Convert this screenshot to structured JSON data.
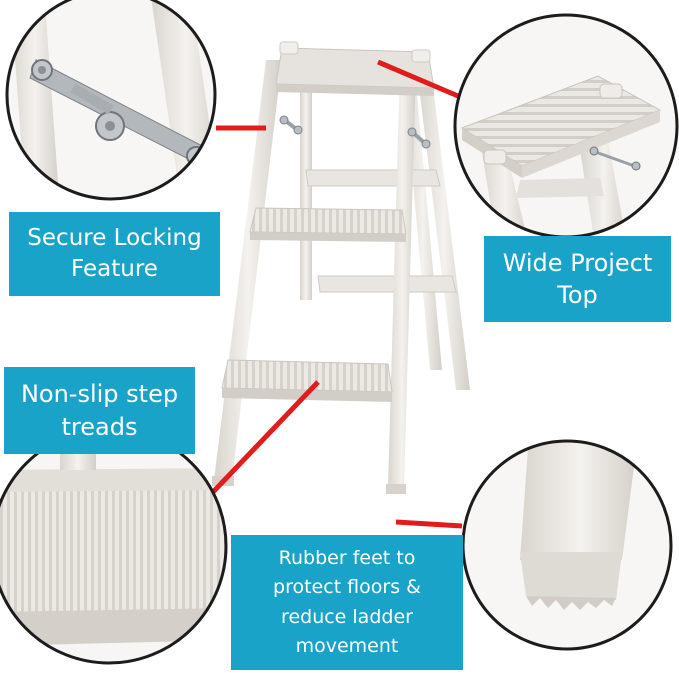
{
  "labels": {
    "locking": "Secure Locking\nFeature",
    "top": "Wide Project\nTop",
    "treads": "Non-slip step\ntreads",
    "feet": "Rubber feet to\nprotect floors &\nreduce ladder\nmovement"
  },
  "colors": {
    "label_bg": "#1aa3c9",
    "label_text": "#ffffff",
    "pointer_red": "#e21b1b",
    "ladder_white": "#eeebe6",
    "ladder_shadow": "#d3cec7"
  }
}
